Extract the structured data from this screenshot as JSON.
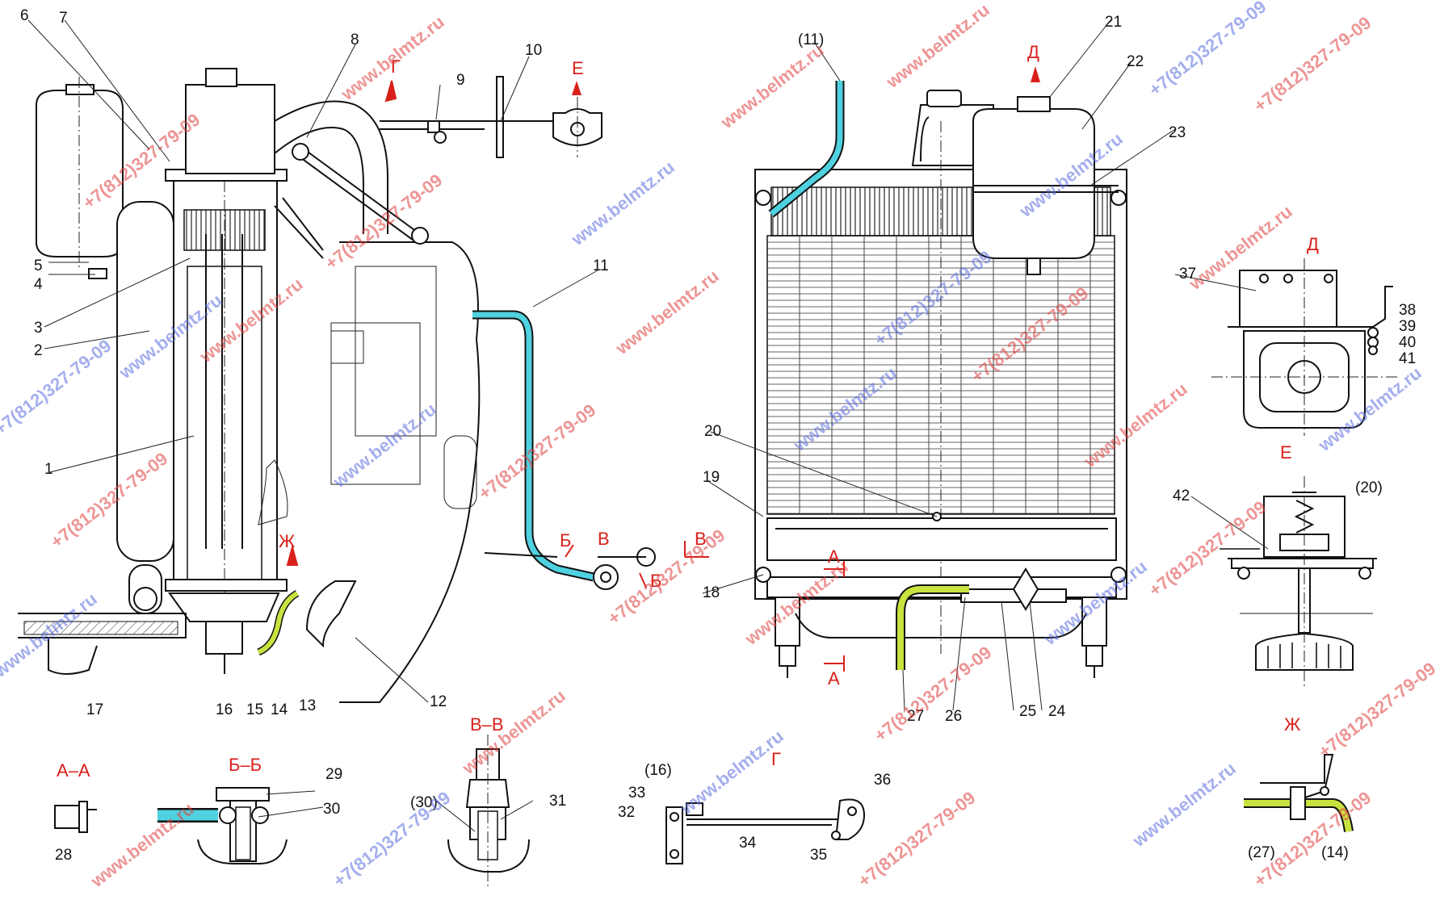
{
  "part_labels": {
    "p1": "1",
    "p2": "2",
    "p3": "3",
    "p4": "4",
    "p5": "5",
    "p6": "6",
    "p7": "7",
    "p8": "8",
    "p9": "9",
    "p10": "10",
    "p11": "11",
    "p12": "12",
    "p13": "13",
    "p14": "14",
    "p15": "15",
    "p16": "16",
    "p17": "17",
    "p18": "18",
    "p19": "19",
    "p20": "20",
    "p21": "21",
    "p22": "22",
    "p23": "23",
    "p24": "24",
    "p25": "25",
    "p26": "26",
    "p27": "27",
    "p28": "28",
    "p29": "29",
    "p30": "30",
    "p31": "31",
    "p32": "32",
    "p33": "33",
    "p34": "34",
    "p35": "35",
    "p36": "36",
    "p37": "37",
    "p38": "38",
    "p39": "39",
    "p40": "40",
    "p41": "41",
    "p42": "42",
    "r11": "(11)",
    "r16": "(16)",
    "r20": "(20)",
    "r27": "(27)",
    "r14": "(14)",
    "r30": "(30)"
  },
  "view_labels": {
    "G": "Г",
    "E": "Е",
    "D": "Д",
    "D2": "Д",
    "E2": "Е",
    "ZH": "Ж",
    "ZH2": "Ж",
    "G2": "Г",
    "B1": "Б",
    "B2": "Б",
    "V1": "В",
    "V2": "В",
    "A1": "А",
    "A2": "А"
  },
  "section_titles": {
    "aa": "А–А",
    "bb": "Б–Б",
    "vv": "В–В"
  },
  "watermarks": {
    "site": "www.belmtz.ru",
    "phone": "+7(812)327-79-09"
  },
  "colors": {
    "hose_cyan": "#4fd1e0",
    "hose_green": "#c7e340",
    "label_red": "#d8201a",
    "wm_red": "#e04040",
    "wm_blue": "#5a6de0"
  }
}
